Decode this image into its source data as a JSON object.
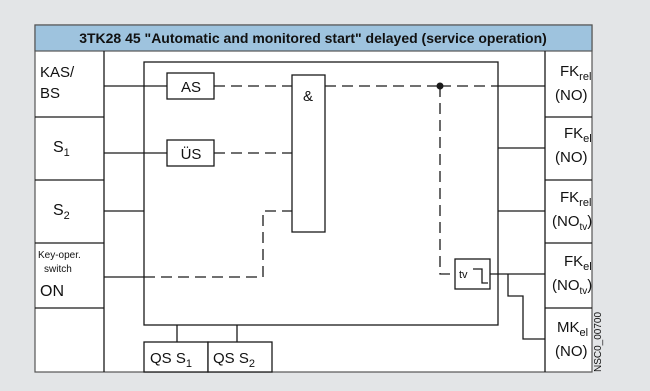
{
  "title": "3TK28 45 \"Automatic and monitored start\" delayed (service operation)",
  "inputs": {
    "kas_l1": "KAS/",
    "kas_l2": "BS",
    "s1_main": "S",
    "s1_sub": "1",
    "s2_main": "S",
    "s2_sub": "2",
    "key_l1": "Key-oper.",
    "key_l2": "switch",
    "key_l3": "ON"
  },
  "outputs": {
    "o1_main": "FK",
    "o1_sub": "rel",
    "o1_type": "(NO)",
    "o2_main": "FK",
    "o2_sub": "el",
    "o2_type": "(NO)",
    "o3_main": "FK",
    "o3_sub": "rel",
    "o3_type_main": "(NO",
    "o3_type_sub": "tv",
    "o3_type_end": ")",
    "o4_main": "FK",
    "o4_sub": "el",
    "o4_type_main": "(NO",
    "o4_type_sub": "tv",
    "o4_type_end": ")",
    "o5_main": "MK",
    "o5_sub": "el",
    "o5_type": "(NO)"
  },
  "blocks": {
    "as": "AS",
    "us": "ÜS",
    "and": "&",
    "timer": "tv"
  },
  "bottom": {
    "qs1_main": "QS S",
    "qs1_sub": "1",
    "qs2_main": "QS S",
    "qs2_sub": "2"
  },
  "code": "NSC0_00700",
  "colors": {
    "header_bg": "#9ec3de",
    "panel_bg": "#ffffff",
    "page_bg": "#e3e5e7"
  }
}
